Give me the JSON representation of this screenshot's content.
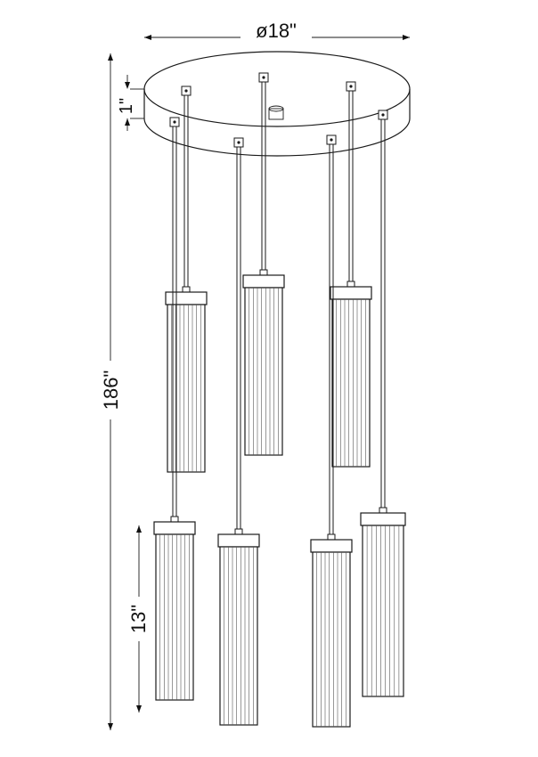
{
  "dimensions": {
    "canopy_diameter": "ø18\"",
    "canopy_height": "1\"",
    "overall_height": "186\"",
    "shade_height": "13\""
  },
  "fixture": {
    "pendant_count": 7,
    "shade_style": "fluted-cylinder"
  }
}
